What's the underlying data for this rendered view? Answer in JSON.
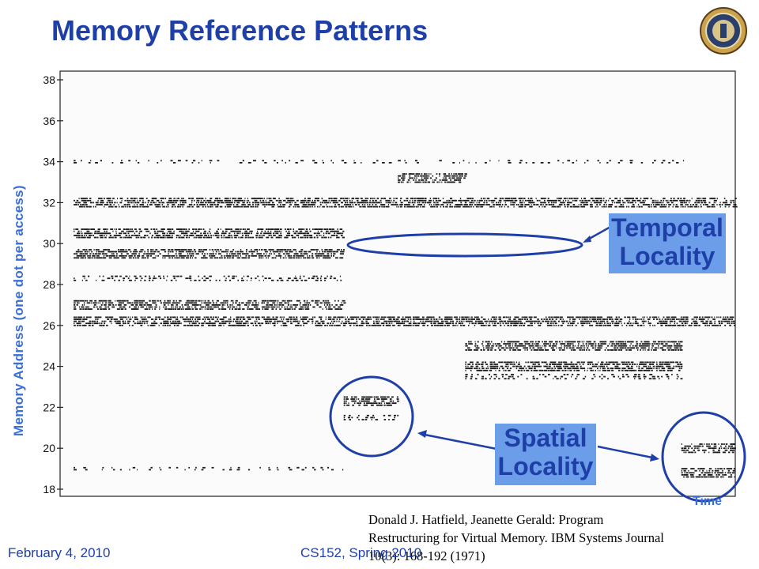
{
  "slide": {
    "title": "Memory Reference Patterns",
    "footer_left": "February 4, 2010",
    "footer_center": "CS152, Spring 2010",
    "citation_lines": [
      "Donald J. Hatfield, Jeanette Gerald: Program",
      "Restructuring for Virtual Memory. IBM Systems Journal",
      "10(3): 168-192 (1971)"
    ],
    "callouts": {
      "temporal": [
        "Temporal",
        "Locality"
      ],
      "spatial": [
        "Spatial",
        "Locality"
      ]
    }
  },
  "colors": {
    "title": "#1f3fa8",
    "label": "#3b6fd6",
    "callout_bg": "#6b9de8",
    "ellipse": "#1f3fa8"
  },
  "icons": {
    "seal": "university-seal-icon"
  },
  "chart_data": {
    "type": "scatter",
    "xlabel": "Time",
    "ylabel": "Memory Address (one dot per access)",
    "y_ticks": [
      18,
      20,
      22,
      24,
      26,
      28,
      30,
      32,
      34,
      36,
      38
    ],
    "ylim": [
      18,
      38
    ],
    "grid": false,
    "x_normalized": true,
    "bands": [
      {
        "y": 34.0,
        "x_start": 0.02,
        "x_end": 0.93,
        "density": "sparse"
      },
      {
        "y": 33.2,
        "x_start": 0.5,
        "x_end": 0.6,
        "density": "dense"
      },
      {
        "y": 32.0,
        "x_start": 0.02,
        "x_end": 1.0,
        "density": "dense"
      },
      {
        "y": 30.5,
        "x_start": 0.02,
        "x_end": 0.42,
        "density": "dense"
      },
      {
        "y": 29.5,
        "x_start": 0.02,
        "x_end": 0.42,
        "density": "dense"
      },
      {
        "y": 28.3,
        "x_start": 0.02,
        "x_end": 0.42,
        "density": "medium"
      },
      {
        "y": 27.0,
        "x_start": 0.02,
        "x_end": 0.42,
        "density": "dense"
      },
      {
        "y": 26.2,
        "x_start": 0.02,
        "x_end": 1.0,
        "density": "dense"
      },
      {
        "y": 25.0,
        "x_start": 0.6,
        "x_end": 0.92,
        "density": "dense"
      },
      {
        "y": 24.0,
        "x_start": 0.6,
        "x_end": 0.92,
        "density": "dense"
      },
      {
        "y": 23.5,
        "x_start": 0.6,
        "x_end": 0.92,
        "density": "medium"
      },
      {
        "y": 22.3,
        "x_start": 0.42,
        "x_end": 0.5,
        "density": "dense"
      },
      {
        "y": 21.5,
        "x_start": 0.42,
        "x_end": 0.5,
        "density": "medium"
      },
      {
        "y": 20.0,
        "x_start": 0.92,
        "x_end": 1.0,
        "density": "dense"
      },
      {
        "y": 19.0,
        "x_start": 0.02,
        "x_end": 0.42,
        "density": "sparse"
      },
      {
        "y": 18.8,
        "x_start": 0.92,
        "x_end": 1.0,
        "density": "dense"
      }
    ]
  }
}
